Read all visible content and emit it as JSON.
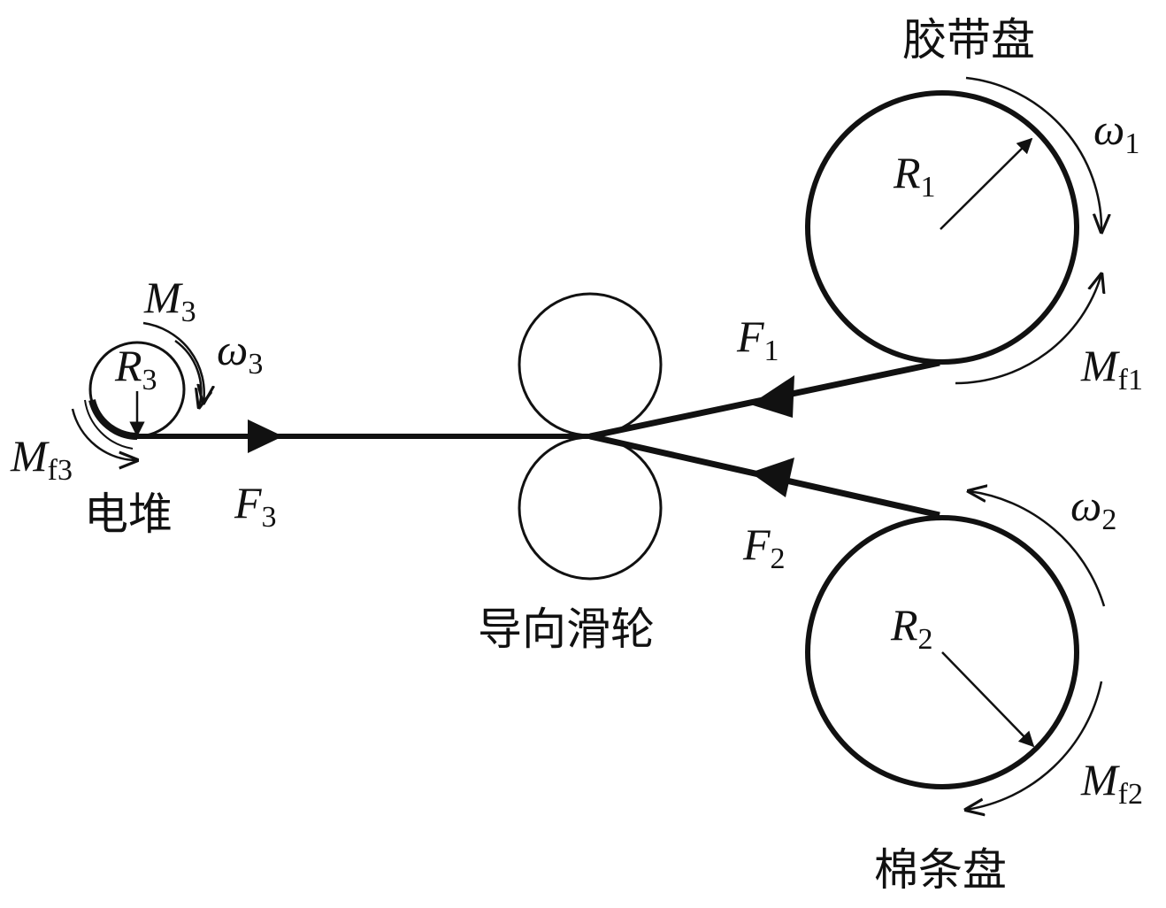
{
  "labels": {
    "tape_reel": "胶带盘",
    "cotton_reel": "棉条盘",
    "guide_pulley": "导向滑轮",
    "stack": "电堆"
  },
  "symbols": {
    "omega1": {
      "main": "ω",
      "sub": "1"
    },
    "omega2": {
      "main": "ω",
      "sub": "2"
    },
    "omega3": {
      "main": "ω",
      "sub": "3"
    },
    "R1": {
      "main": "R",
      "sub": "1"
    },
    "R2": {
      "main": "R",
      "sub": "2"
    },
    "R3": {
      "main": "R",
      "sub": "3"
    },
    "F1": {
      "main": "F",
      "sub": "1"
    },
    "F2": {
      "main": "F",
      "sub": "2"
    },
    "F3": {
      "main": "F",
      "sub": "3"
    },
    "M3": {
      "main": "M",
      "sub": "3"
    },
    "Mf1": {
      "main": "M",
      "sub": "f1"
    },
    "Mf2": {
      "main": "M",
      "sub": "f2"
    },
    "Mf3": {
      "main": "M",
      "sub": "f3"
    }
  },
  "colors": {
    "stroke": "#111111",
    "background": "#ffffff"
  }
}
